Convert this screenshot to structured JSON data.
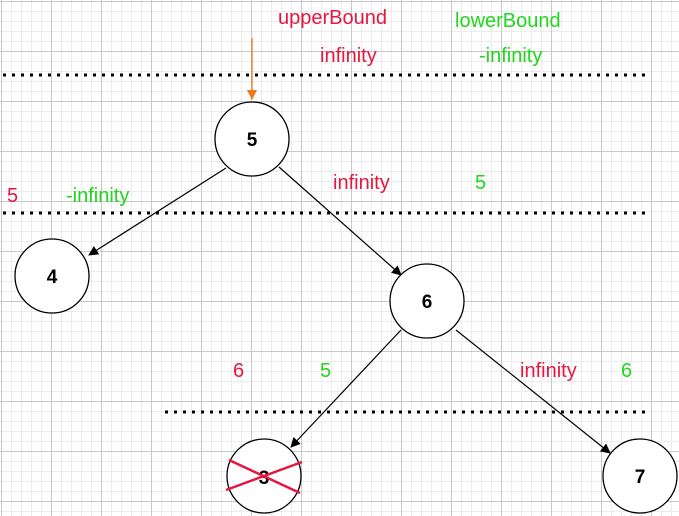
{
  "colors": {
    "upper": "#e6173f",
    "lower": "#22d61e",
    "pointer_arrow": "#f07a1a",
    "cross": "#e6173f",
    "edge": "#000000"
  },
  "header": {
    "upper_title": "upperBound",
    "lower_title": "lowerBound",
    "upper_value": "infinity",
    "lower_value": "-infinity"
  },
  "levels": {
    "level1": {
      "upper": "5",
      "lower": "-infinity"
    },
    "level1_right": {
      "upper": "infinity",
      "lower": "5"
    },
    "level2_left": {
      "upper": "6",
      "lower": "5"
    },
    "level2_right": {
      "upper": "infinity",
      "lower": "6"
    }
  },
  "nodes": {
    "root": "5",
    "left": "4",
    "right": "6",
    "right_left": "3",
    "right_right": "7"
  },
  "crossed_node_status": "invalid"
}
